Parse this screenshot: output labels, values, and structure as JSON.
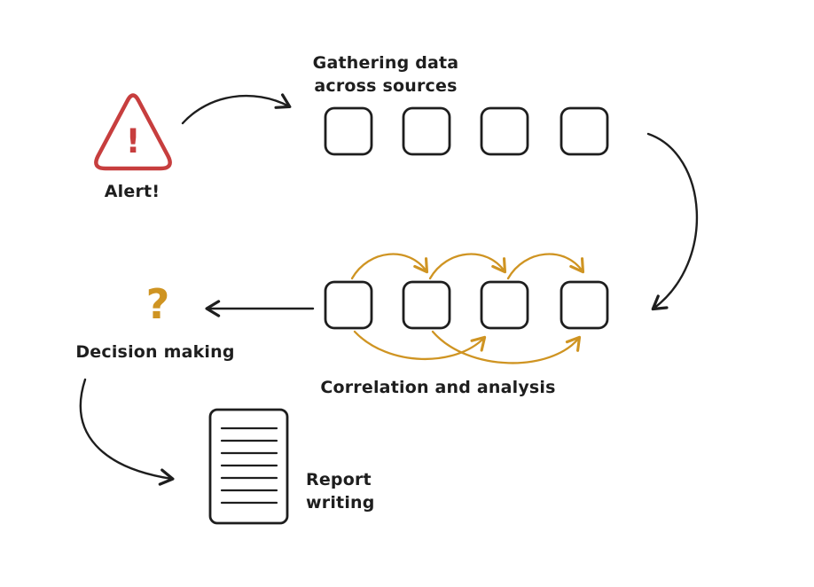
{
  "colors": {
    "ink": "#1e1e1e",
    "alert_red": "#c73e3e",
    "gold": "#cf9422",
    "background": "#ffffff"
  },
  "labels": {
    "gathering_line1": "Gathering data",
    "gathering_line2": "across sources",
    "alert_symbol": "!",
    "alert": "Alert!",
    "correlation": "Correlation and analysis",
    "decision_symbol": "?",
    "decision": "Decision making",
    "report_line1": "Report",
    "report_line2": "writing"
  }
}
